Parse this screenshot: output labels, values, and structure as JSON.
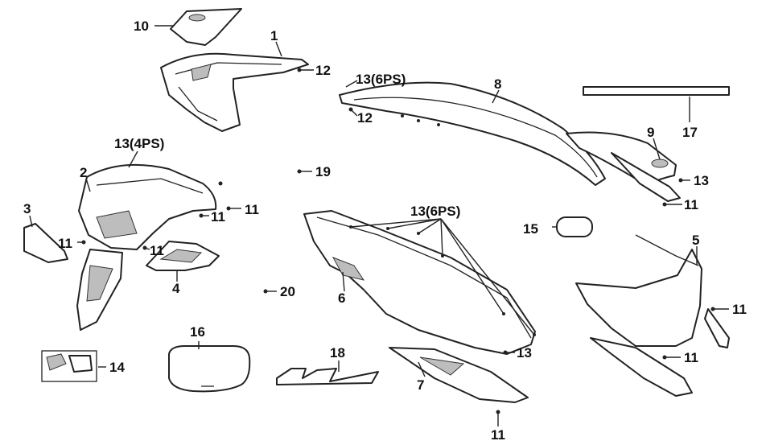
{
  "callouts": {
    "c1": "1",
    "c2": "2",
    "c3": "3",
    "c4": "4",
    "c5": "5",
    "c6": "6",
    "c7": "7",
    "c8": "8",
    "c9": "9",
    "c10": "10",
    "c11a": "11",
    "c11b": "11",
    "c11c": "11",
    "c11d": "11",
    "c11e": "11",
    "c11f": "11",
    "c11g": "11",
    "c11h": "11",
    "c12a": "12",
    "c12b": "12",
    "c13a": "13(6PS)",
    "c13b": "13(4PS)",
    "c13c": "13(6PS)",
    "c13d": "13",
    "c13e": "13",
    "c14": "14",
    "c15": "15",
    "c16": "16",
    "c17": "17",
    "c18": "18",
    "c19": "19",
    "c20": "20"
  },
  "icons": [
    "parts-callout-leader",
    "exploded-body-panel"
  ]
}
